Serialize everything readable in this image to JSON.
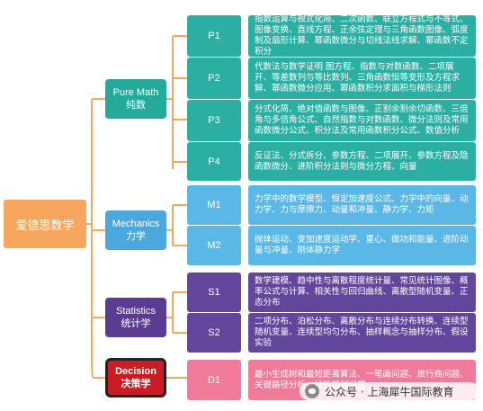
{
  "root": {
    "label": "爱德思数学"
  },
  "categories": [
    {
      "title_en": "Pure Math",
      "title_zh": "纯数",
      "modules": [
        {
          "code": "P1",
          "topics": "指数运算与根式化简、二次函数、联立方程式与不等式、图像变换、直线方程、正余弦定理与三角函数图像、弧度制及扇形计算、幂函数微分与切线法线求解、幂函数不定积分"
        },
        {
          "code": "P2",
          "topics": "代数法与数学证明 图方程、指数与对数函数、二项展开、等差数列与等比数列、三角函数恒等变形及方程求解、幂函数微分应用、幂函数积分求面积与梯形法则"
        },
        {
          "code": "P3",
          "topics": "分式化简、绝对值函数与图像、正割余割余切函数、三倍角与多倍角公式、自然指数与对数函数、微分法则及常用函数微分公式、积分法及常用函数积分公式、数值分析"
        },
        {
          "code": "P4",
          "topics": "反证法、分式拆分、参数方程、二项展开、参数方程及隐函数微分、进阶积分法则与微分方程、向量"
        }
      ]
    },
    {
      "title_en": "Mechanics",
      "title_zh": "力学",
      "modules": [
        {
          "code": "M1",
          "topics": "力学中的数学模型、恒定加速度公式、力学中的向量、动力学、力与摩擦力、动量和冲量、静力学、力矩"
        },
        {
          "code": "M2",
          "topics": "抛体运动、变加速度运动学、重心、做功和能量、进阶动量与冲量、刚体静力学"
        }
      ]
    },
    {
      "title_en": "Statistics",
      "title_zh": "统计学",
      "modules": [
        {
          "code": "S1",
          "topics": "数学建模、趋中性与离散程度统计量、常见统计图像、概率公式与计算、相关性与回归曲线、离散型随机变量、正态分布"
        },
        {
          "code": "S2",
          "topics": "二项分布、泊松分布、离散分布与连续分布转换、连续型随机变量、连续型均匀分布、抽样概念与抽样分布、假设实验"
        }
      ]
    },
    {
      "title_en": "Decision",
      "title_zh": "决策学",
      "modules": [
        {
          "code": "D1",
          "topics": "最小生成树和最短距离算法、一笔画问题、旅行商问题、关键路径分析、线性规划问题"
        }
      ]
    }
  ],
  "watermark": {
    "text": "公众号 · 上海犀牛国际教育"
  },
  "colors": {
    "root": "#f6a75d",
    "connector": "#f6a75d",
    "pure": "#2bafa2",
    "mechanics": "#5ab7e6",
    "statistics": "#62469c",
    "decision": "#ef7a9a"
  }
}
